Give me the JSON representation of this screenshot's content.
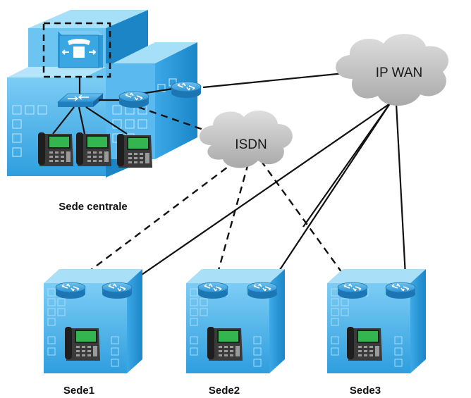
{
  "clouds": {
    "ipwan": {
      "label": "IP WAN"
    },
    "isdn": {
      "label": "ISDN"
    }
  },
  "sites": {
    "hq": {
      "label": "Sede centrale"
    },
    "branch1": {
      "label": "Sede1"
    },
    "branch2": {
      "label": "Sede2"
    },
    "branch3": {
      "label": "Sede3"
    }
  },
  "colors": {
    "building_light": "#8fd3f5",
    "building_mid": "#4fb3e8",
    "building_dark": "#1e8fd0",
    "router": "#3aa0d8",
    "cloud": "#c4c4c4",
    "phone": "#2b2b2b",
    "screen": "#2fb24a"
  },
  "icons": [
    "call-manager-icon",
    "switch-icon",
    "router-icon",
    "ip-phone-icon",
    "cloud-icon",
    "building-icon"
  ]
}
